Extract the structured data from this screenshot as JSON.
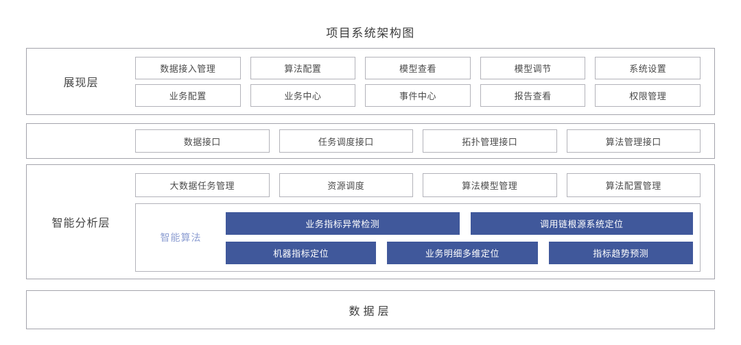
{
  "title": "项目系统架构图",
  "colors": {
    "accent_blue": "#40589b",
    "algo_label_blue": "#8d9ed2",
    "border_gray": "#a3a3ab",
    "text_dark": "#454545"
  },
  "layers": {
    "presentation": {
      "label": "展现层",
      "row1": [
        "数据接入管理",
        "算法配置",
        "模型查看",
        "模型调节",
        "系统设置"
      ],
      "row2": [
        "业务配置",
        "业务中心",
        "事件中心",
        "报告查看",
        "权限管理"
      ]
    },
    "interface": {
      "items": [
        "数据接口",
        "任务调度接口",
        "拓扑管理接口",
        "算法管理接口"
      ]
    },
    "analysis": {
      "label": "智能分析层",
      "row1": [
        "大数据任务管理",
        "资源调度",
        "算法模型管理",
        "算法配置管理"
      ],
      "algorithms": {
        "label": "智能算法",
        "row1": [
          "业务指标异常检测",
          "调用链根源系统定位"
        ],
        "row2": [
          "机器指标定位",
          "业务明细多维定位",
          "指标趋势预测"
        ]
      }
    },
    "data": {
      "label": "数据层"
    }
  }
}
